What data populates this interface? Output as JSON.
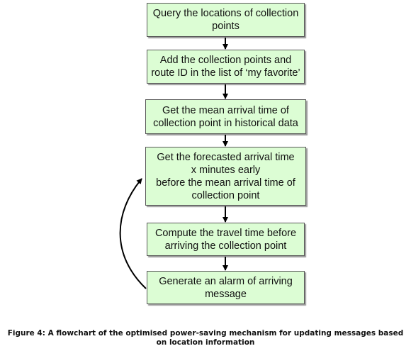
{
  "steps": [
    {
      "lines": [
        "Query the locations of collection",
        "points"
      ]
    },
    {
      "lines": [
        "Add the collection points and",
        "route ID in the list of ‘my favorite’"
      ]
    },
    {
      "lines": [
        "Get the mean arrival time of",
        "collection point in historical data"
      ]
    },
    {
      "lines": [
        "Get the forecasted arrival time",
        "x minutes early",
        "before the mean arrival time of",
        "collection point"
      ]
    },
    {
      "lines": [
        "Compute the travel time before",
        "arriving the collection point"
      ]
    },
    {
      "lines": [
        "Generate an alarm of arriving",
        "message"
      ]
    }
  ],
  "caption": {
    "line1": "Figure 4: A flowchart of the optimised power-saving mechanism for updating messages based",
    "line2": "on location information"
  },
  "colors": {
    "box_fill": "#dcfdd4",
    "box_border": "#595959",
    "arrow": "#000000"
  }
}
